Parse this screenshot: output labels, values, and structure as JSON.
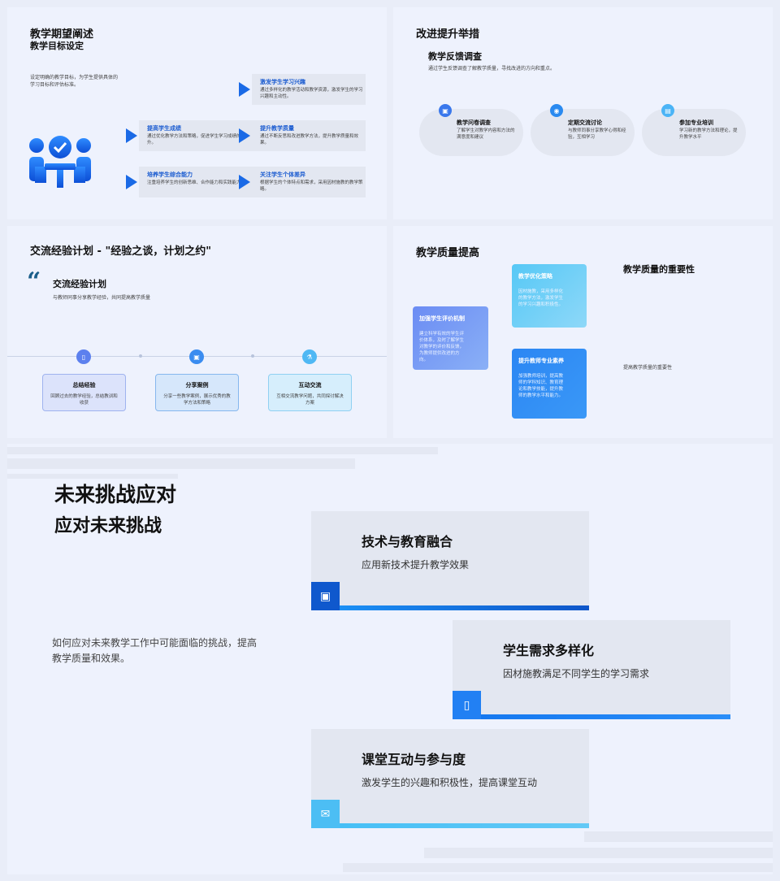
{
  "colors": {
    "accent": "#1a6ae6",
    "light": "#4ec4f2",
    "mid": "#2e7cf6"
  },
  "panel1": {
    "title": "教学期望阐述",
    "subtitle": "教学目标设定",
    "desc": "设定明确的教学目标，为学生提供具体的学习目标和评估标准。",
    "icon": "teacher-students-icon",
    "cards": [
      {
        "title": "激发学生学习兴趣",
        "desc": "通过多样化的教学活动和教学资源，激发学生的学习兴趣和主动性。"
      },
      {
        "title": "提高学生成绩",
        "desc": "通过优化教学方法和策略，促进学生学习成绩的提升。"
      },
      {
        "title": "提升教学质量",
        "desc": "通过不断反思和改进教学方法，提升教学质量和效果。"
      },
      {
        "title": "培养学生综合能力",
        "desc": "注重培养学生的创新思维、合作能力和实践能力。"
      },
      {
        "title": "关注学生个体差异",
        "desc": "根据学生的个体特点和需求，采用因材施教的教学策略。"
      }
    ]
  },
  "panel2": {
    "title": "改进提升举措",
    "subtitle": "教学反馈调查",
    "desc": "通过学生反馈调查了解教学质量，寻找改进的方向和重点。",
    "items": [
      {
        "title": "教学问卷调查",
        "desc": "了解学生对教学内容和方法的满意度和建议",
        "icon": "image-icon"
      },
      {
        "title": "定期交流讨论",
        "desc": "与教师同事分享教学心得和经验，互相学习",
        "icon": "target-icon"
      },
      {
        "title": "参加专业培训",
        "desc": "学习新的教学方法和理论，提升教学水平",
        "icon": "folder-icon"
      }
    ]
  },
  "panel3": {
    "title": "交流经验计划 - \"经验之谈，计划之约\"",
    "quote_mark": "“",
    "subtitle": "交流经验计划",
    "desc": "与教师同事分享教学经验，共同提高教学质量",
    "items": [
      {
        "title": "总结经验",
        "desc": "回顾过去的教学经验，总结教训和收获",
        "icon": "document-icon"
      },
      {
        "title": "分享案例",
        "desc": "分享一些教学案例，展示优秀的教学方法和策略",
        "icon": "image-icon"
      },
      {
        "title": "互动交流",
        "desc": "互相交流教学问题，共同探讨解决方案",
        "icon": "flask-icon"
      }
    ]
  },
  "panel4": {
    "title": "教学质量提高",
    "side_title": "教学质量的重要性",
    "side_desc": "提高教学质量的重要性",
    "cards": [
      {
        "title": "教学优化策略",
        "desc": "因材施教，采用多样化的教学方法，激发学生的学习兴趣和积极性。"
      },
      {
        "title": "加强学生评价机制",
        "desc": "建立科学有效的学生评价体系，及时了解学生对教学的评价和反馈，为教师提供改进的方向。"
      },
      {
        "title": "提升教师专业素养",
        "desc": "加强教师培训，提高教师的学科知识、教育理论和教学技能，提升教师的教学水平和能力。"
      }
    ]
  },
  "panel5": {
    "title": "未来挑战应对",
    "subtitle": "应对未来挑战",
    "desc": "如何应对未来教学工作中可能面临的挑战，提高教学质量和效果。",
    "cards": [
      {
        "title": "技术与教育融合",
        "desc": "应用新技术提升教学效果",
        "icon": "image-icon"
      },
      {
        "title": "学生需求多样化",
        "desc": "因材施教满足不同学生的学习需求",
        "icon": "document-icon"
      },
      {
        "title": "课堂互动与参与度",
        "desc": "激发学生的兴趣和积极性，提高课堂互动",
        "icon": "mail-icon"
      }
    ]
  }
}
